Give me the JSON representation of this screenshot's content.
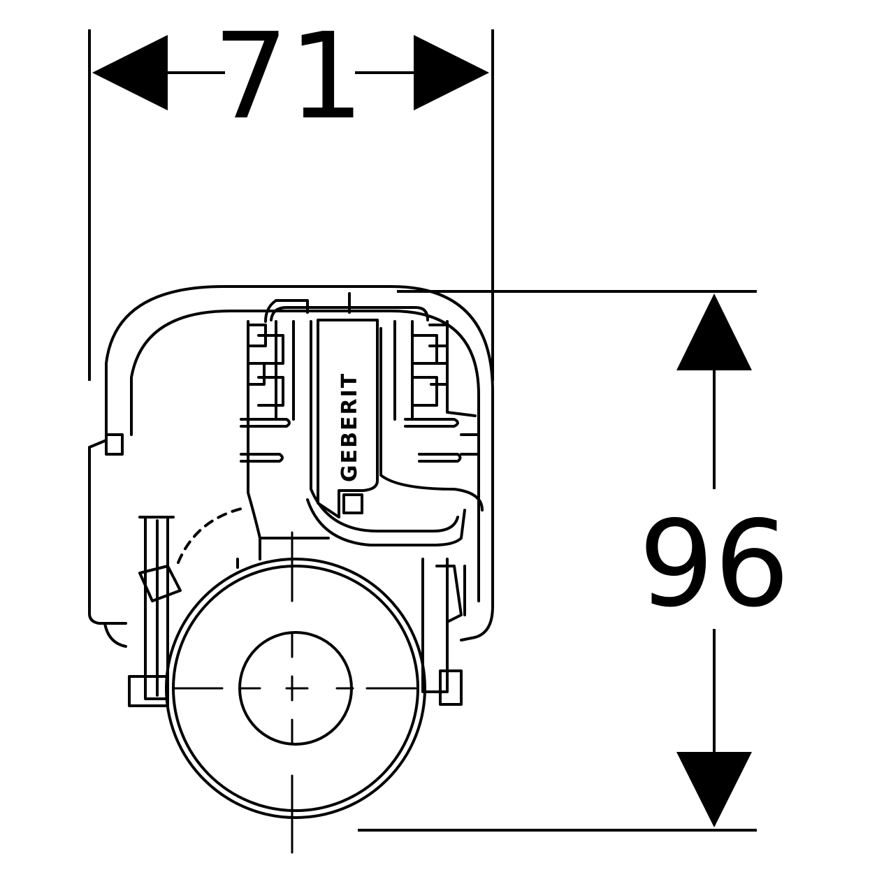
{
  "dimensions": {
    "width": {
      "value": "71"
    },
    "height": {
      "value": "96"
    }
  },
  "logo": {
    "text": "GEBERIT"
  },
  "colors": {
    "line": "#000000",
    "background": "#ffffff"
  }
}
